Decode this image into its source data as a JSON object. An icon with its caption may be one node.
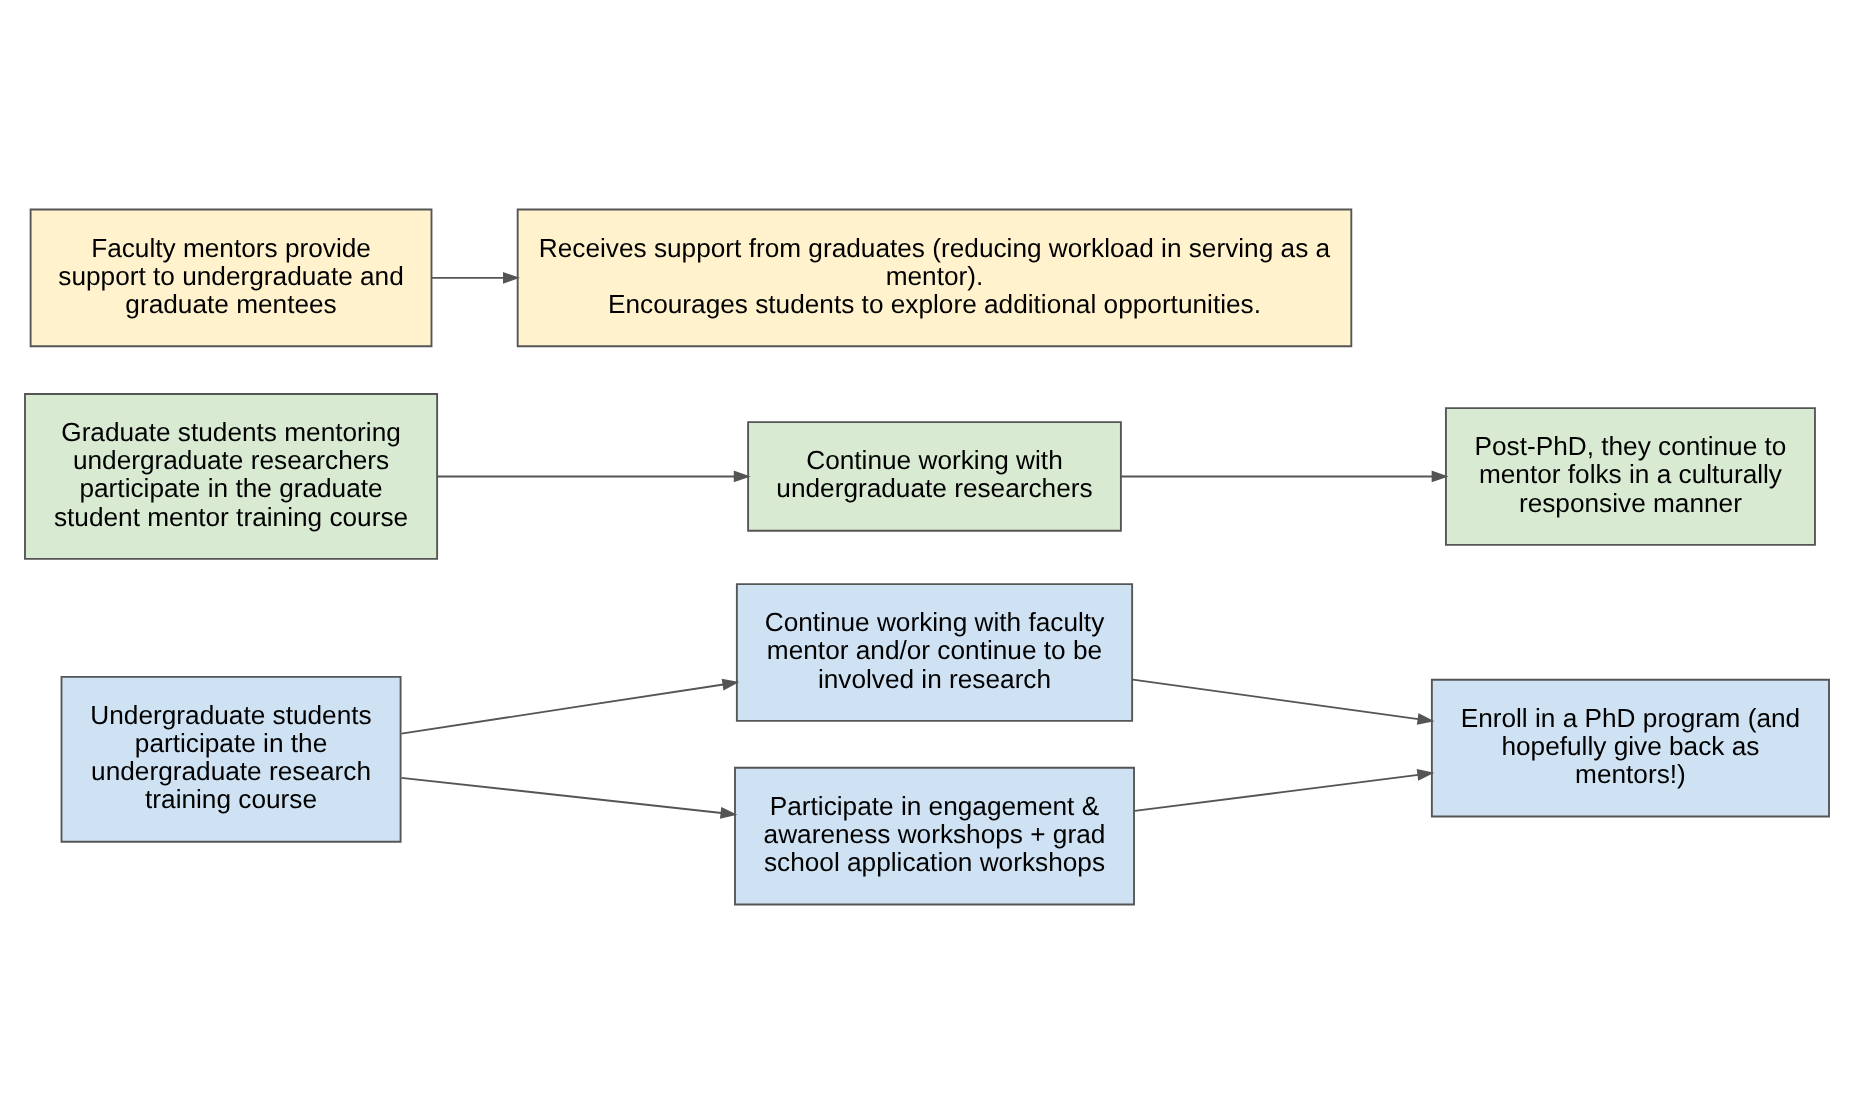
{
  "diagram": {
    "nodes": [
      {
        "text": [
          "Undergraduate students participate in the undergraduate research training course"
        ]
      },
      {
        "text": [
          "Continue working with faculty mentor and/or continue to be involved in research"
        ]
      },
      {
        "text": [
          "Participate in engagement & awareness workshops + grad school application workshops"
        ]
      },
      {
        "text": [
          "Enroll in a PhD program (and hopefully give back as mentors!)"
        ]
      },
      {
        "text": [
          "Graduate students mentoring undergraduate researchers participate in the graduate student mentor training course"
        ]
      },
      {
        "text": [
          "Continue working with undergraduate researchers"
        ]
      },
      {
        "text": [
          "Post-PhD, they continue to mentor folks in a culturally responsive manner"
        ]
      },
      {
        "text": [
          "Faculty mentors provide support to undergraduate and graduate mentees"
        ]
      },
      {
        "text": [
          "Receives support from graduates (reducing workload in serving as a mentor).",
          "Encourages students to explore additional opportunities."
        ]
      }
    ],
    "edges": [
      {
        "from": 0,
        "to": 1,
        "arrow": "to"
      },
      {
        "from": 0,
        "to": 2,
        "arrow": "to"
      },
      {
        "from": 1,
        "to": 3,
        "arrow": "to"
      },
      {
        "from": 2,
        "to": 3,
        "arrow": "to"
      },
      {
        "from": 4,
        "to": 5,
        "arrow": "to"
      },
      {
        "from": 5,
        "to": 6,
        "arrow": "to"
      },
      {
        "from": 7,
        "to": 8,
        "arrow": "to"
      }
    ]
  }
}
